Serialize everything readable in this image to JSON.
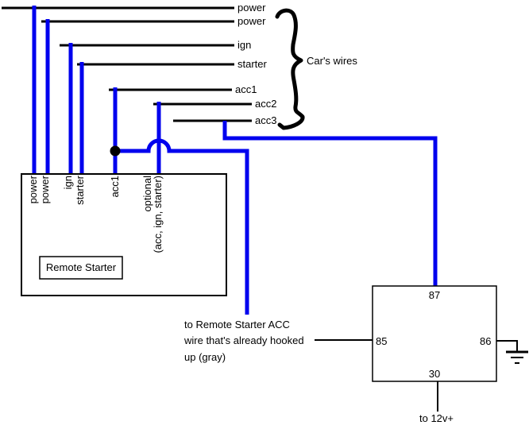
{
  "colors": {
    "background": "#ffffff",
    "wire_blue": "#0000ee",
    "wire_black": "#000000",
    "text": "#000000"
  },
  "car_wires": {
    "brace_label": "Car's wires",
    "labels": [
      "power",
      "power",
      "ign",
      "starter",
      "acc1",
      "acc2",
      "acc3"
    ]
  },
  "remote_starter": {
    "title": "Remote Starter",
    "terminals": [
      "power",
      "power",
      "ign",
      "starter",
      "acc1",
      "optional",
      "(acc, ign, starter)"
    ]
  },
  "relay": {
    "pin_top": "87",
    "pin_left": "85",
    "pin_right": "86",
    "pin_bottom": "30"
  },
  "notes": {
    "acc_line1": "to Remote Starter ACC",
    "acc_line2": "wire that's already hooked",
    "acc_line3": "up (gray)",
    "supply": "to 12v+"
  }
}
